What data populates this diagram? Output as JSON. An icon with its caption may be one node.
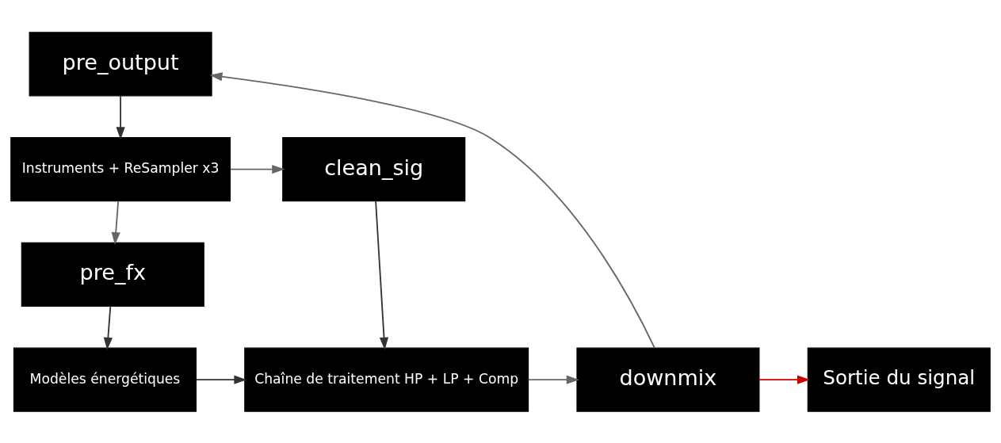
{
  "diagram": {
    "nodes": [
      {
        "text": [
          "pre_output"
        ]
      },
      {
        "text": [
          "Instruments + ReSampler x3"
        ]
      },
      {
        "text": [
          "clean_sig"
        ]
      },
      {
        "text": [
          "pre_fx"
        ]
      },
      {
        "text": [
          "Modèles énergétiques"
        ]
      },
      {
        "text": [
          "Chaîne de traitement HP + LP + Comp"
        ]
      },
      {
        "text": [
          "downmix"
        ]
      },
      {
        "text": [
          "Sortie du signal"
        ]
      }
    ],
    "edges": [
      {
        "from": 0,
        "to": 1,
        "arrow": "to"
      },
      {
        "from": 1,
        "to": 2,
        "arrow": "to",
        "color": "#666666"
      },
      {
        "from": 1,
        "to": 3,
        "arrow": "to",
        "color": "#666666"
      },
      {
        "from": 2,
        "to": 5,
        "arrow": "to"
      },
      {
        "from": 3,
        "to": 4,
        "arrow": "to"
      },
      {
        "from": 4,
        "to": 5,
        "arrow": "to"
      },
      {
        "from": 5,
        "to": 6,
        "arrow": "to",
        "color": "#666666"
      },
      {
        "from": 6,
        "to": 7,
        "arrow": "to",
        "color": "#cc0000"
      },
      {
        "from": 6,
        "to": 0,
        "arrow": "to",
        "color": "#666666"
      }
    ]
  }
}
